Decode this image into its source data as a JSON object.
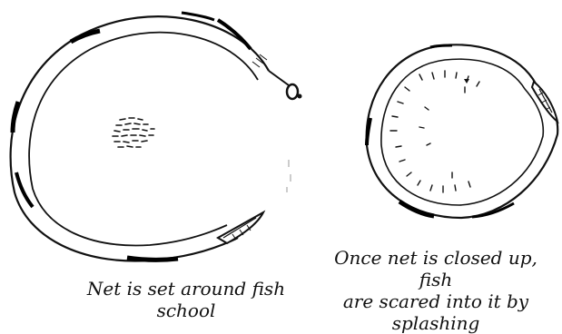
{
  "figures": [
    {
      "caption_lines": [
        "Net is set around fish",
        "school"
      ]
    },
    {
      "caption_lines": [
        "Once net is closed up, fish",
        "are scared into it by",
        "splashing"
      ]
    }
  ]
}
